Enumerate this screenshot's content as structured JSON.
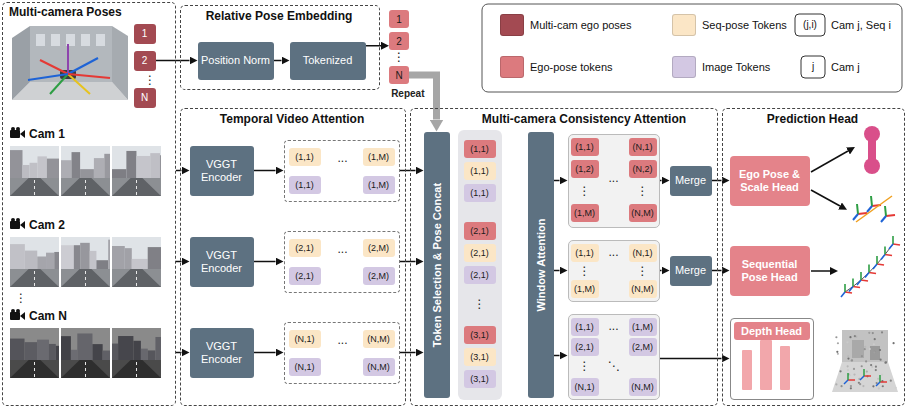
{
  "diagram": {
    "nodes": [
      {
        "text": [
          "Multi-camera Poses",
          "⋮",
          "Cam 1",
          "Cam 2",
          "⋮",
          "Cam N"
        ]
      },
      {
        "text": [
          "1"
        ],
        "in": 0
      },
      {
        "text": [
          "2"
        ],
        "in": 0
      },
      {
        "text": [
          "N"
        ],
        "in": 0
      },
      {
        "text": [
          "Relative Pose Embedding"
        ]
      },
      {
        "text": [
          "Position Norm"
        ],
        "in": 4
      },
      {
        "text": [
          "Tokenized"
        ],
        "in": 4
      },
      {
        "text": [
          "1"
        ]
      },
      {
        "text": [
          "2"
        ]
      },
      {
        "text": [
          "N"
        ]
      },
      {
        "text": [
          "Temporal Video Attention"
        ]
      },
      {
        "text": [
          "VGGT Encoder"
        ],
        "in": 10
      },
      {
        "text": [
          "..."
        ],
        "in": 10
      },
      {
        "text": [
          "(1,1)"
        ],
        "in": 12
      },
      {
        "text": [
          "(1,M)"
        ],
        "in": 12
      },
      {
        "text": [
          "(1,1)"
        ],
        "in": 12
      },
      {
        "text": [
          "(1,M)"
        ],
        "in": 12
      },
      {
        "text": [
          "VGGT Encoder"
        ],
        "in": 10
      },
      {
        "text": [
          "..."
        ],
        "in": 10
      },
      {
        "text": [
          "(2,1)"
        ],
        "in": 18
      },
      {
        "text": [
          "(2,M)"
        ],
        "in": 18
      },
      {
        "text": [
          "(2,1)"
        ],
        "in": 18
      },
      {
        "text": [
          "(2,M)"
        ],
        "in": 18
      },
      {
        "text": [
          "VGGT Encoder"
        ],
        "in": 10
      },
      {
        "text": [
          "..."
        ],
        "in": 10
      },
      {
        "text": [
          "(N,1)"
        ],
        "in": 24
      },
      {
        "text": [
          "(N,M)"
        ],
        "in": 24
      },
      {
        "text": [
          "(N,1)"
        ],
        "in": 24
      },
      {
        "text": [
          "(N,M)"
        ],
        "in": 24
      },
      {
        "text": [
          "Multi-camera Consistency Attention"
        ]
      },
      {
        "text": [
          "Token Selection & Pose Concat"
        ],
        "in": 29
      },
      {
        "text": [
          "⋮"
        ],
        "in": 29
      },
      {
        "text": [
          "(1,1)"
        ],
        "in": 31
      },
      {
        "text": [
          "(1,1)"
        ],
        "in": 31
      },
      {
        "text": [
          "(1,1)"
        ],
        "in": 31
      },
      {
        "text": [
          "(2,1)"
        ],
        "in": 31
      },
      {
        "text": [
          "(2,1)"
        ],
        "in": 31
      },
      {
        "text": [
          "(2,1)"
        ],
        "in": 31
      },
      {
        "text": [
          "(3,1)"
        ],
        "in": 31
      },
      {
        "text": [
          "(3,1)"
        ],
        "in": 31
      },
      {
        "text": [
          "(3,1)"
        ],
        "in": 31
      },
      {
        "text": [
          "Window Attention"
        ],
        "in": 29
      },
      {
        "text": [
          "⋮",
          "...",
          "⋮"
        ],
        "in": 29
      },
      {
        "text": [
          "(1,1)"
        ],
        "in": 42
      },
      {
        "text": [
          "(1,2)"
        ],
        "in": 42
      },
      {
        "text": [
          "(1,M)"
        ],
        "in": 42
      },
      {
        "text": [
          "(N,1)"
        ],
        "in": 42
      },
      {
        "text": [
          "(N,2)"
        ],
        "in": 42
      },
      {
        "text": [
          "(N,M)"
        ],
        "in": 42
      },
      {
        "text": [
          "Merge"
        ],
        "in": 29
      },
      {
        "text": [
          "...",
          "⋮",
          "⋮"
        ],
        "in": 29
      },
      {
        "text": [
          "(1,1)"
        ],
        "in": 50
      },
      {
        "text": [
          "(N,1)"
        ],
        "in": 50
      },
      {
        "text": [
          "(1,M)"
        ],
        "in": 50
      },
      {
        "text": [
          "(N,M)"
        ],
        "in": 50
      },
      {
        "text": [
          "Merge"
        ],
        "in": 29
      },
      {
        "text": [
          "...",
          "⋮",
          "⋱"
        ],
        "in": 29
      },
      {
        "text": [
          "(1,1)"
        ],
        "in": 56
      },
      {
        "text": [
          "(1,M)"
        ],
        "in": 56
      },
      {
        "text": [
          "(2,1)"
        ],
        "in": 56
      },
      {
        "text": [
          "(2,M)"
        ],
        "in": 56
      },
      {
        "text": [
          "(N,1)"
        ],
        "in": 56
      },
      {
        "text": [
          "(N,M)"
        ],
        "in": 56
      },
      {
        "text": [
          "Prediction Head"
        ]
      },
      {
        "text": [
          "Ego Pose & Scale Head"
        ],
        "in": 63
      },
      {
        "text": [
          "Sequential Pose Head"
        ],
        "in": 63
      },
      {
        "text": [
          "Depth Head"
        ],
        "in": 63
      }
    ],
    "edges": [
      {
        "from": 2,
        "to": 5,
        "arrow": "to"
      },
      {
        "from": 5,
        "to": 6,
        "arrow": "to"
      },
      {
        "from": 6,
        "to": 8,
        "arrow": "to"
      },
      {
        "from": 9,
        "to": 30,
        "arrow": "to",
        "label": "Repeat"
      },
      {
        "from": 0,
        "to": 11,
        "arrow": "to"
      },
      {
        "from": 0,
        "to": 17,
        "arrow": "to"
      },
      {
        "from": 0,
        "to": 23,
        "arrow": "to"
      },
      {
        "from": 11,
        "to": 12,
        "arrow": "to"
      },
      {
        "from": 17,
        "to": 18,
        "arrow": "to"
      },
      {
        "from": 23,
        "to": 24,
        "arrow": "to"
      },
      {
        "from": 12,
        "to": 30,
        "arrow": "to"
      },
      {
        "from": 18,
        "to": 30,
        "arrow": "to"
      },
      {
        "from": 24,
        "to": 30,
        "arrow": "to"
      },
      {
        "from": 41,
        "to": 42,
        "arrow": "to"
      },
      {
        "from": 41,
        "to": 50,
        "arrow": "to"
      },
      {
        "from": 41,
        "to": 56,
        "arrow": "to"
      },
      {
        "from": 42,
        "to": 49,
        "arrow": "to"
      },
      {
        "from": 49,
        "to": 64,
        "arrow": "to"
      },
      {
        "from": 50,
        "to": 55,
        "arrow": "to"
      },
      {
        "from": 55,
        "to": 65,
        "arrow": "to"
      },
      {
        "from": 56,
        "to": 66,
        "arrow": "to"
      }
    ],
    "labels": [
      "⋮",
      "(j,i)",
      "j"
    ],
    "legend": [
      {
        "text": "Multi-cam ego poses",
        "color": "#a34a52"
      },
      {
        "text": "Seq-pose Tokens",
        "color": "#fbe6c6"
      },
      {
        "text": "Cam j, Seq i"
      },
      {
        "text": "Ego-pose tokens",
        "color": "#dc7a7e"
      },
      {
        "text": "Image Tokens",
        "color": "#d3c8e3"
      },
      {
        "text": "Cam j"
      }
    ]
  }
}
